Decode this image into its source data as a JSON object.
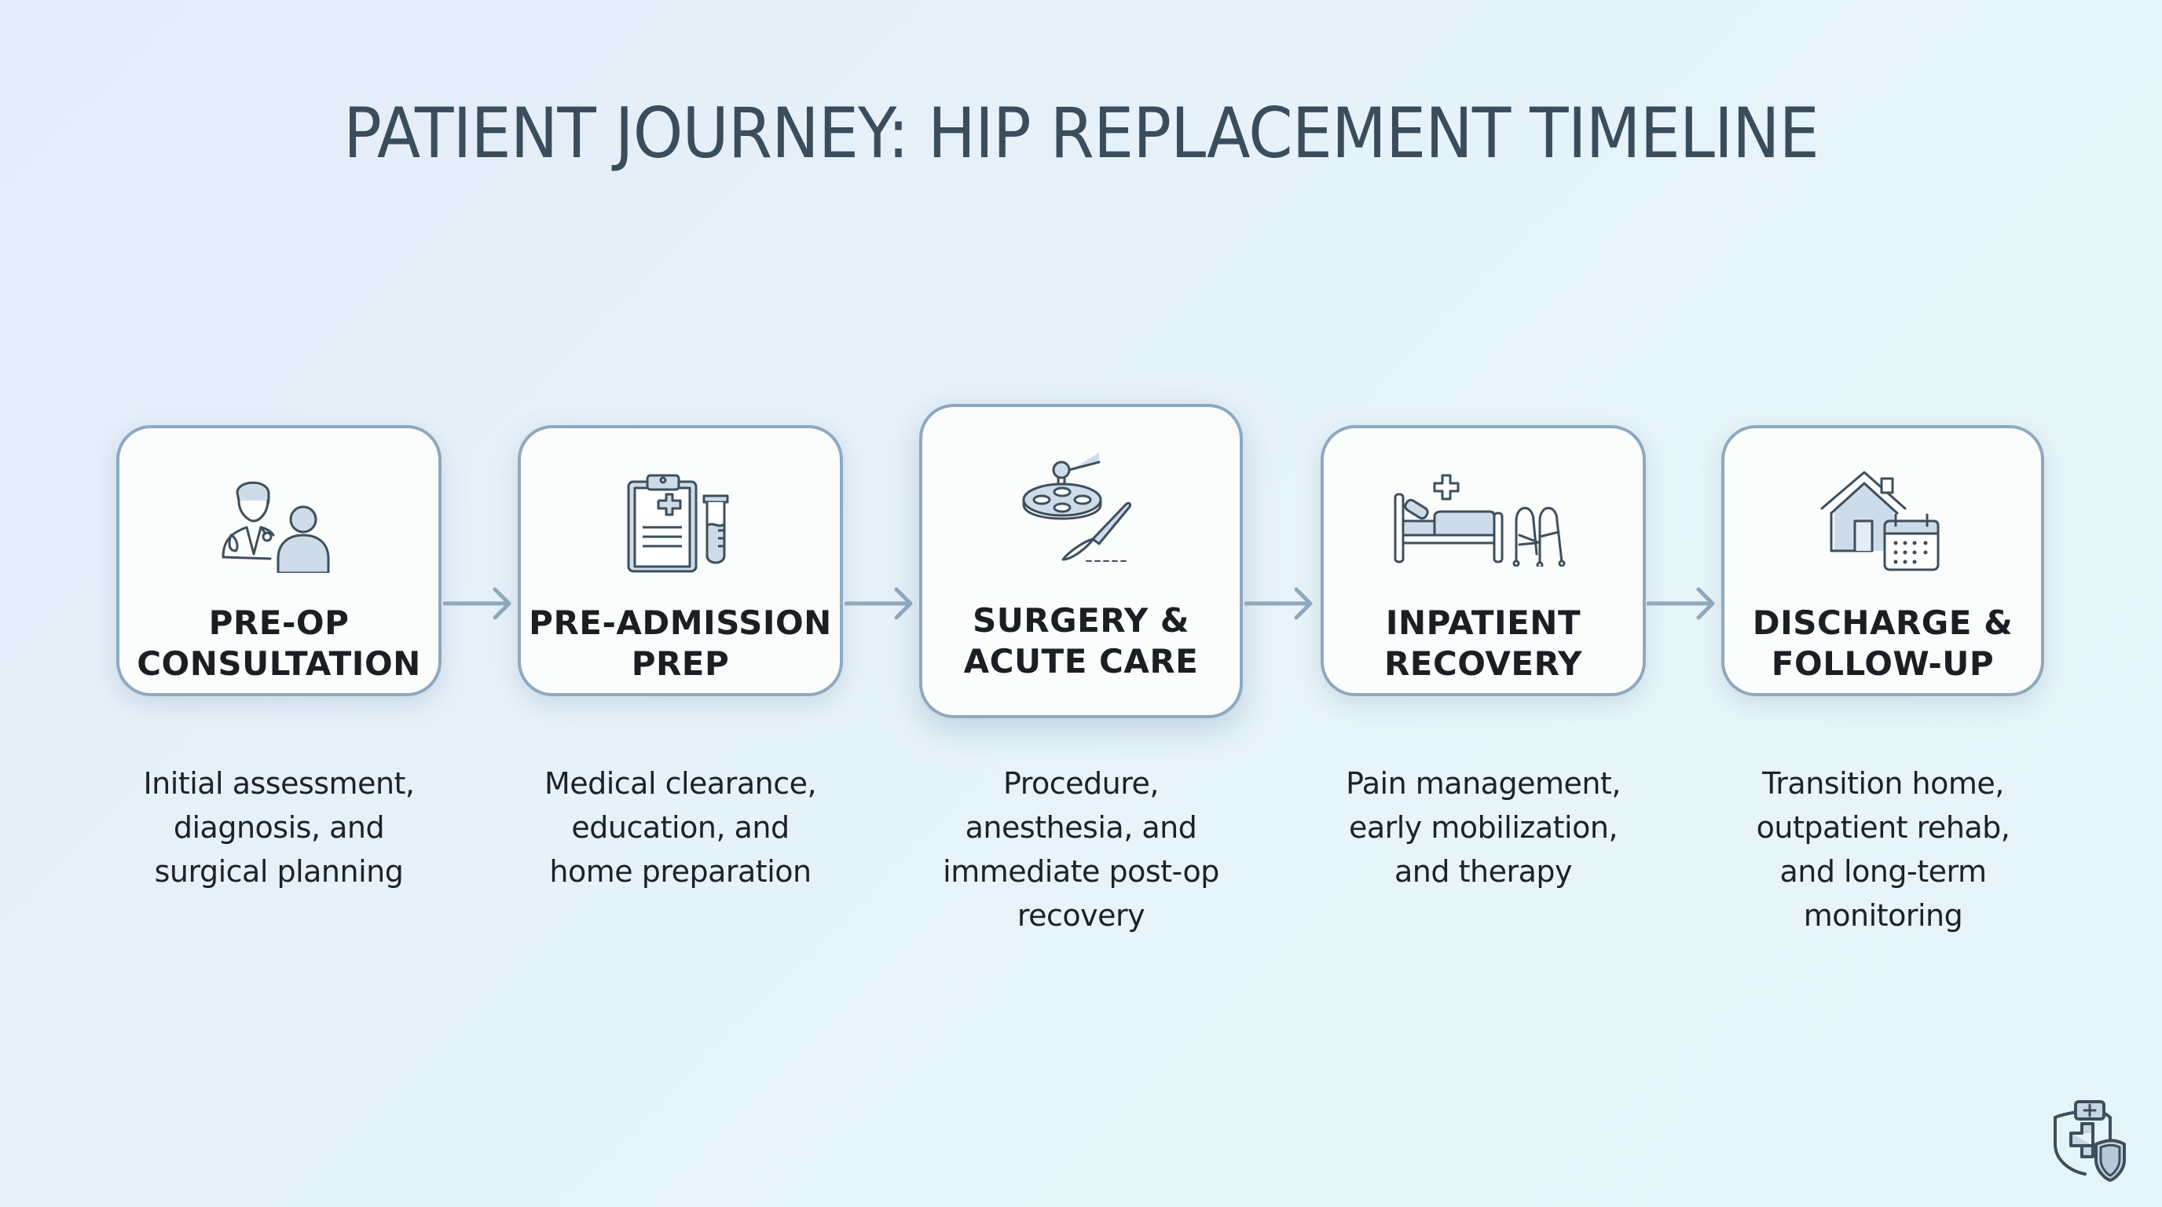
{
  "title": "PATIENT JOURNEY: HIP REPLACEMENT TIMELINE",
  "colors": {
    "title": "#3a4d5c",
    "card_border": "#8ea9bf",
    "card_fill": "#fbfcfc",
    "icon_stroke": "#3d4f5c",
    "icon_fill": "#cddce8",
    "arrow": "#8fa8bc",
    "text": "#1b1f23"
  },
  "stages": [
    {
      "label": "PRE-OP\nCONSULTATION",
      "icon": "doctor-patient-icon",
      "description": "Initial assessment,\ndiagnosis, and\nsurgical planning"
    },
    {
      "label": "PRE-ADMISSION\nPREP",
      "icon": "clipboard-test-tube-icon",
      "description": "Medical clearance,\neducation, and\nhome preparation"
    },
    {
      "label": "SURGERY &\nACUTE CARE",
      "icon": "surgical-light-scalpel-icon",
      "description": "Procedure,\nanesthesia, and\nimmediate post-op\nrecovery",
      "highlighted": true
    },
    {
      "label": "INPATIENT\nRECOVERY",
      "icon": "hospital-bed-walker-icon",
      "description": "Pain management,\nearly mobilization,\nand therapy"
    },
    {
      "label": "DISCHARGE &\nFOLLOW-UP",
      "icon": "house-calendar-icon",
      "description": "Transition home,\noutpatient rehab,\nand long-term\nmonitoring"
    }
  ],
  "connectors": [
    "arrow-right",
    "arrow-right",
    "arrow-right",
    "arrow-right"
  ],
  "logo": {
    "icon": "medical-shield-logo-icon"
  }
}
